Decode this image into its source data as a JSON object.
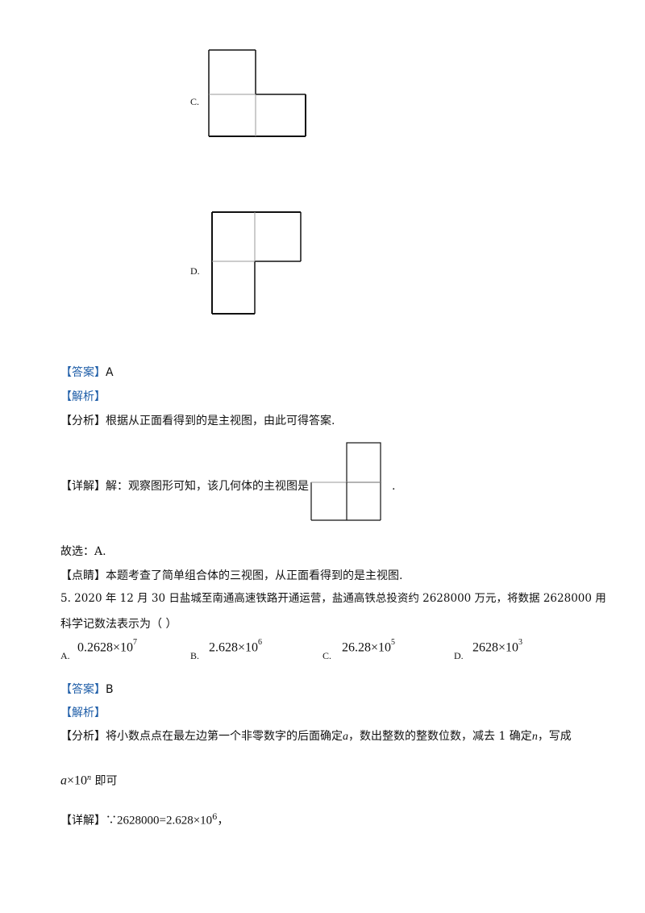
{
  "option_c": {
    "label": "C."
  },
  "option_d": {
    "label": "D."
  },
  "q4": {
    "answer_tag": "【答案】",
    "answer_value": "A",
    "analysis_tag": "【解析】",
    "fenxi_tag": "【分析】",
    "fenxi_text": "根据从正面看得到的是主视图，由此可得答案.",
    "detail_tag": "【详解】",
    "detail_text": "解：观察图形可知，该几何体的主视图是",
    "detail_end": ".",
    "choose": "故选：A.",
    "comment_tag": "【点睛】",
    "comment_text": "本题考查了简单组合体的三视图，从正面看得到的是主视图."
  },
  "q5": {
    "stem_line1": "5. 2020 年 12 月 30 日盐城至南通高速铁路开通运营，盐通高铁总投资约 2628000 万元，将数据 2628000 用",
    "stem_line2": "科学记数法表示为（    ）",
    "options": [
      {
        "label": "A.",
        "base": "0.2628×10",
        "exp": "7"
      },
      {
        "label": "B.",
        "base": "2.628×10",
        "exp": "6"
      },
      {
        "label": "C.",
        "base": "26.28×10",
        "exp": "5"
      },
      {
        "label": "D.",
        "base": "2628×10",
        "exp": "3"
      }
    ],
    "answer_tag": "【答案】",
    "answer_value": "B",
    "analysis_tag": "【解析】",
    "fenxi_tag": "【分析】",
    "fenxi_pre": "将小数点点在最左边第一个非零数字的后面确定",
    "fenxi_var_a": "a",
    "fenxi_mid": "，数出整数的整数位数，减去 1 确定",
    "fenxi_var_n": "n",
    "fenxi_post": "，写成",
    "form_a": "a",
    "form_times": "×10",
    "form_exp": "n",
    "form_tail": " 即可",
    "detail_tag": "【详解】",
    "detail_because": "∵",
    "detail_expr": "2628000=2.628×10",
    "detail_exp": "6",
    "detail_comma": "，"
  }
}
